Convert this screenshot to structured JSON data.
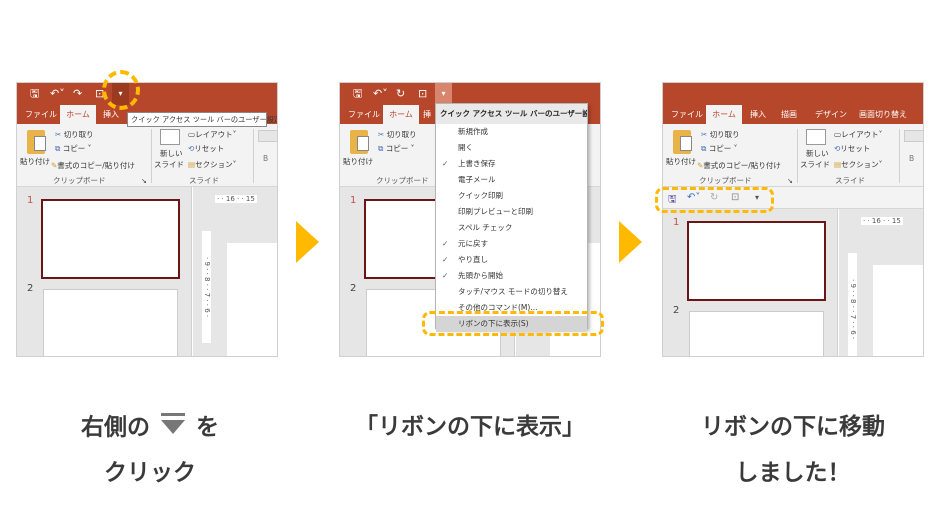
{
  "colors": {
    "accent": "#FFB900",
    "titlebar": "#B7472A",
    "caption": "#3a3a3a"
  },
  "panels": [
    {
      "qat": {
        "icons": [
          "save-icon",
          "undo-icon",
          "redo-icon",
          "slideshow-icon",
          "customize-dropdown-icon"
        ]
      },
      "tabs": [
        "ファイル",
        "ホーム",
        "挿入"
      ],
      "tooltip": "クイック アクセス ツール バーのユーザー設定"
    },
    {
      "tabs": [
        "ファイル",
        "ホーム",
        "挿"
      ],
      "menu": {
        "header": "クイック アクセス ツール バーのユーザー設定",
        "items": [
          {
            "label": "新規作成",
            "checked": false
          },
          {
            "label": "開く",
            "checked": false
          },
          {
            "label": "上書き保存",
            "checked": true
          },
          {
            "label": "電子メール",
            "checked": false
          },
          {
            "label": "クイック印刷",
            "checked": false
          },
          {
            "label": "印刷プレビューと印刷",
            "checked": false
          },
          {
            "label": "スペル チェック",
            "checked": false
          },
          {
            "label": "元に戻す",
            "checked": true
          },
          {
            "label": "やり直し",
            "checked": true
          },
          {
            "label": "先頭から開始",
            "checked": true
          },
          {
            "label": "タッチ/マウス モードの切り替え",
            "checked": false
          },
          {
            "label": "その他のコマンド(M)...",
            "checked": false
          },
          {
            "label": "リボンの下に表示(S)",
            "checked": false,
            "highlighted": true
          }
        ]
      }
    },
    {
      "tabs": [
        "ファイル",
        "ホーム",
        "挿入",
        "描画",
        "デザイン",
        "画面切り替え"
      ]
    }
  ],
  "ribbon": {
    "paste": "貼り付け",
    "cut": "切り取り",
    "copy": "コピー",
    "format_painter": "書式のコピー/貼り付け",
    "clipboard_group": "クリップボード",
    "new_slide_1": "新しい",
    "new_slide_2": "スライド",
    "layout": "レイアウト",
    "reset": "リセット",
    "section": "セクション",
    "slide_group": "スライド",
    "bold": "B"
  },
  "slides": {
    "n1": "1",
    "n2": "2",
    "ruler_h": "· · 16 · · 15",
    "ruler_v": "· 9 · · 8 · · 7 · · 6 ·"
  },
  "captions": {
    "step1_line1_a": "右側の",
    "step1_line1_b": "を",
    "step1_line2": "クリック",
    "step2": "「リボンの下に表示」",
    "step3_line1": "リボンの下に移動",
    "step3_line2": "しました！"
  }
}
